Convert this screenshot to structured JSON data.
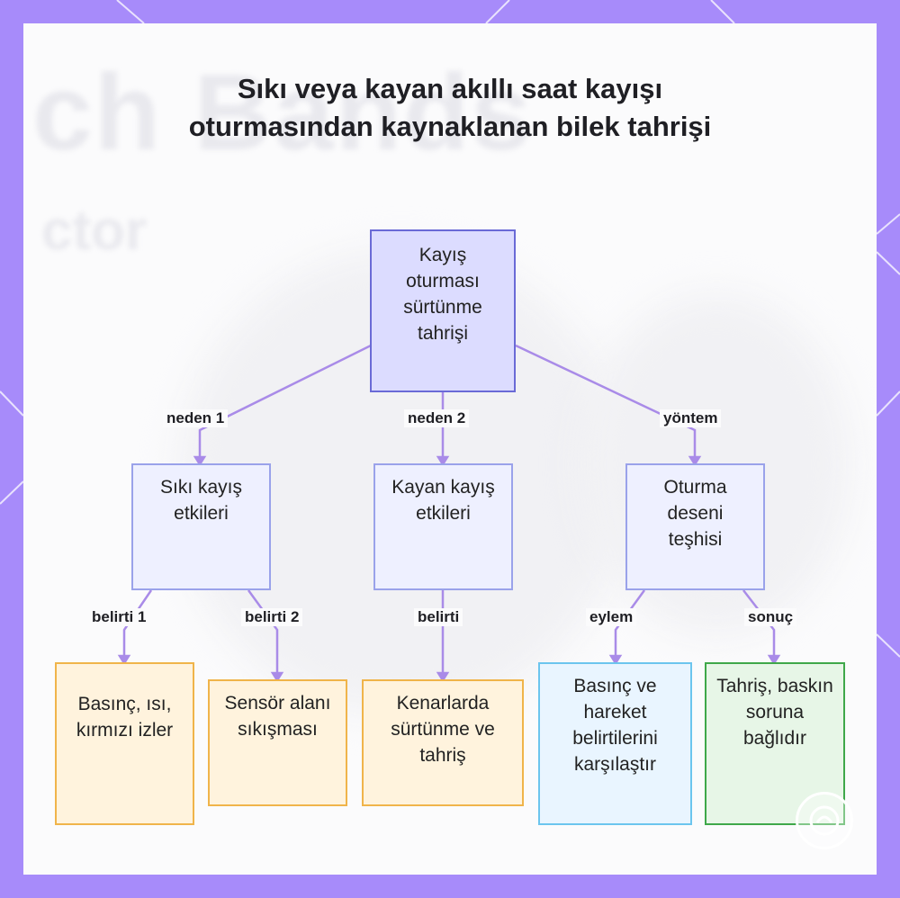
{
  "title": "Sıkı veya kayan akıllı saat kayışı oturmasından kaynaklanan bilek tahrişi",
  "background_text": {
    "big": "ch Bands",
    "small": "ctor"
  },
  "colors": {
    "frame": "#a78bfa",
    "edge": "#a98be8",
    "root_fill": "#dcdcff",
    "mid_fill": "#eef0ff",
    "orange_fill": "#fff3dd",
    "blue_fill": "#e9f5ff",
    "green_fill": "#e7f6e7"
  },
  "nodes": {
    "root": "Kayış oturması sürtünme tahrişi",
    "tight": "Sıkı kayış etkileri",
    "loose": "Kayan kayış etkileri",
    "fit": "Oturma deseni teşhisi",
    "pressure": "Basınç, ısı, kırmızı izler",
    "sensor": "Sensör alanı sıkışması",
    "edges": "Kenarlarda sürtünme ve tahriş",
    "compare": "Basınç ve hareket belirtilerini karşılaştır",
    "result": "Tahriş, baskın soruna bağlıdır"
  },
  "edge_labels": {
    "cause1": "neden 1",
    "cause2": "neden 2",
    "method": "yöntem",
    "symptom1": "belirti 1",
    "symptom2": "belirti 2",
    "symptom": "belirti",
    "action": "eylem",
    "outcome": "sonuç"
  }
}
